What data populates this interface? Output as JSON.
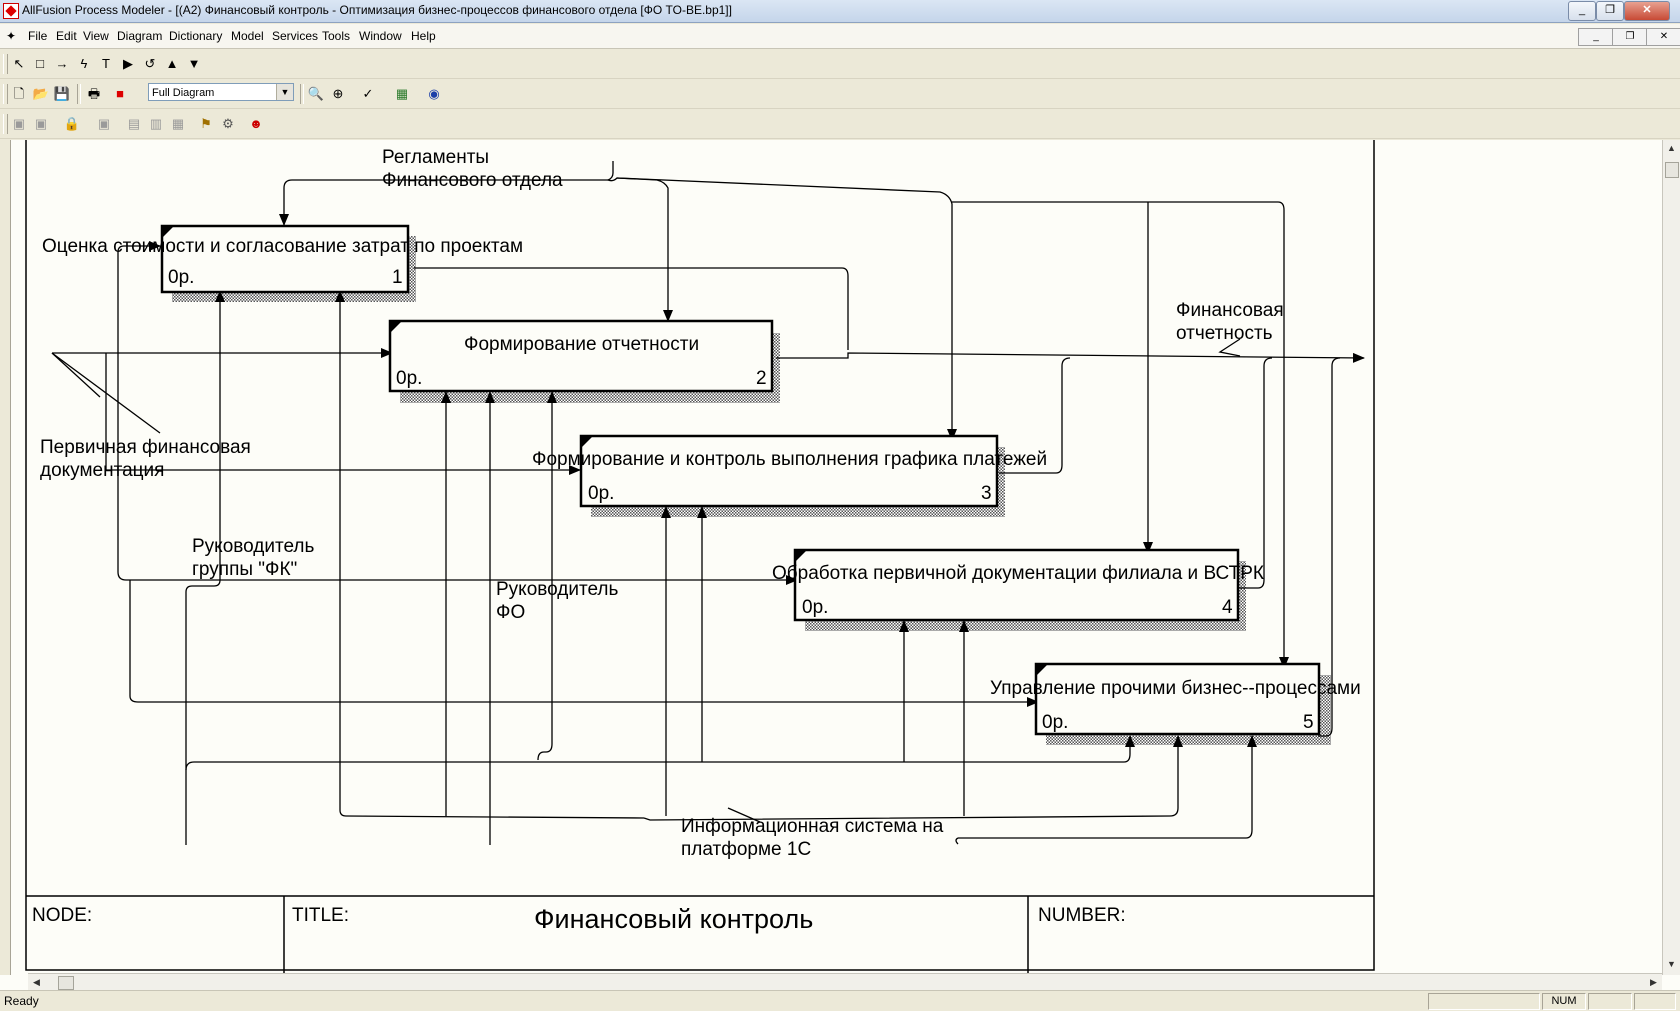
{
  "window": {
    "title": "AllFusion Process Modeler - [(A2) Финансовый контроль - Оптимизация бизнес-процессов финансового отдела  [ФО TO-BE.bp1]]",
    "controls": {
      "minimize": "_",
      "restore": "❐",
      "close": "✕"
    }
  },
  "menu": {
    "items": [
      "File",
      "Edit",
      "View",
      "Diagram",
      "Dictionary",
      "Model",
      "Services",
      "Tools",
      "Window",
      "Help"
    ],
    "mdi_controls": {
      "minimize": "_",
      "restore": "❐",
      "close": "✕"
    }
  },
  "toolbar": {
    "tools": [
      {
        "icon": "pointer-icon",
        "glyph": "↖"
      },
      {
        "icon": "activity-box-icon",
        "glyph": "□"
      },
      {
        "icon": "arrow-icon",
        "glyph": "→"
      },
      {
        "icon": "squiggle-icon",
        "glyph": "ϟ"
      },
      {
        "icon": "text-icon",
        "glyph": "T"
      },
      {
        "icon": "go-to-sibling-icon",
        "glyph": "▶"
      },
      {
        "icon": "undo-icon",
        "glyph": "↺"
      },
      {
        "icon": "go-to-parent-icon",
        "glyph": "▲"
      },
      {
        "icon": "go-to-child-icon",
        "glyph": "▼"
      }
    ],
    "standard": [
      {
        "icon": "new-icon",
        "glyph": "🗋"
      },
      {
        "icon": "open-icon",
        "glyph": "📂"
      },
      {
        "icon": "save-icon",
        "glyph": "💾"
      },
      {
        "icon": "print-icon",
        "glyph": "🖶"
      },
      {
        "icon": "color-icon",
        "glyph": "■"
      }
    ],
    "zoom_select": "Full Diagram",
    "standard2": [
      {
        "icon": "zoom-in-icon",
        "glyph": "🔍"
      },
      {
        "icon": "zoom-fit-icon",
        "glyph": "⊕"
      },
      {
        "icon": "spell-check-icon",
        "glyph": "✓"
      },
      {
        "icon": "model-explorer-icon",
        "glyph": "▦"
      },
      {
        "icon": "globe-icon",
        "glyph": "◉"
      }
    ],
    "disabled_tools": [
      {
        "icon": "mart-icon-1",
        "glyph": "▣"
      },
      {
        "icon": "mart-icon-2",
        "glyph": "▣"
      },
      {
        "icon": "lock-icon",
        "glyph": "🔒"
      },
      {
        "icon": "mart-icon-3",
        "glyph": "▣"
      },
      {
        "icon": "mart-icon-4",
        "glyph": "▤"
      },
      {
        "icon": "mart-icon-5",
        "glyph": "▥"
      },
      {
        "icon": "mart-icon-6",
        "glyph": "▦"
      }
    ],
    "extra_tools": [
      {
        "icon": "report-icon",
        "glyph": "⚑"
      },
      {
        "icon": "link-icon",
        "glyph": "⚙"
      },
      {
        "icon": "people-icon",
        "glyph": "☻"
      }
    ]
  },
  "diagram": {
    "boxes": [
      {
        "name": "Оценка стоимости и согласование затрат по проектам",
        "cost": "0р.",
        "number": "1"
      },
      {
        "name": "Формирование отчетности",
        "cost": "0р.",
        "number": "2"
      },
      {
        "name": "Формирование и контроль выполнения графика платежей",
        "cost": "0р.",
        "number": "3"
      },
      {
        "name": "Обработка первичной документации филиала и ВСТРК",
        "cost": "0р.",
        "number": "4"
      },
      {
        "name": "Управление прочими бизнес--процессами",
        "cost": "0р.",
        "number": "5"
      }
    ],
    "arrow_labels": {
      "control": [
        "Регламенты",
        "Финансового отдела"
      ],
      "output": [
        "Финансовая",
        "отчетность"
      ],
      "input": [
        "Первичная финансовая",
        "документация"
      ],
      "mech_fk": [
        "Руководитель",
        "группы \"ФК\""
      ],
      "mech_fo": [
        "Руководитель",
        "ФО"
      ],
      "mech_is": [
        "Информационная система на",
        "платформе 1С"
      ]
    },
    "frame": {
      "node_label": "NODE:",
      "title_label": "TITLE:",
      "title": "Финансовый контроль",
      "number_label": "NUMBER:"
    }
  },
  "status": {
    "text": "Ready",
    "num": "NUM"
  }
}
